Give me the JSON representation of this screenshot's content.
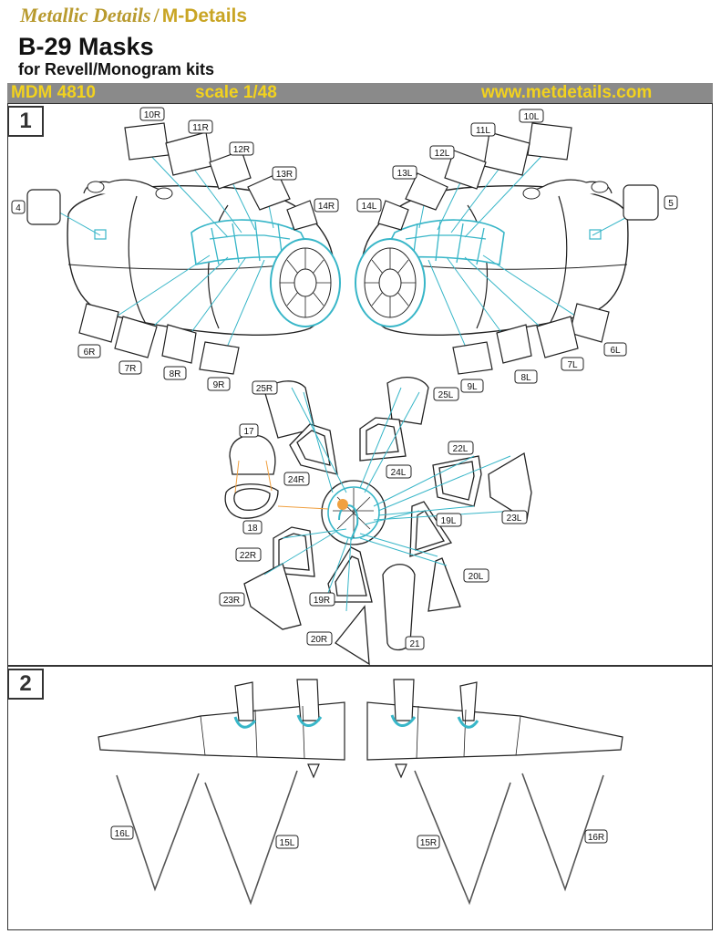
{
  "header": {
    "brand_script": "Metallic Details",
    "brand_separator": "/",
    "brand_short": "M-Details",
    "title": "B-29 Masks",
    "subtitle": "for Revell/Monogram kits",
    "product_code": "MDM 4810",
    "scale": "scale 1/48",
    "website": "www.metdetails.com"
  },
  "colors": {
    "accent_lines": "#38b6c8",
    "orange_lines": "#f0a040",
    "bar": "#8a8a8a",
    "bar_text": "#f2d21e",
    "brand": "#b89a2e"
  },
  "steps": {
    "step1": "1",
    "step2": "2"
  },
  "labels": {
    "m10R": "10R",
    "m11R": "11R",
    "m12R": "12R",
    "m13R": "13R",
    "m14R": "14R",
    "m4": "4",
    "m5": "5",
    "m10L": "10L",
    "m11L": "11L",
    "m12L": "12L",
    "m13L": "13L",
    "m14L": "14L",
    "m6R": "6R",
    "m7R": "7R",
    "m8R": "8R",
    "m9R": "9R",
    "m6L": "6L",
    "m7L": "7L",
    "m8L": "8L",
    "m9L": "9L",
    "m25R": "25R",
    "m25L": "25L",
    "m24R": "24R",
    "m24L": "24L",
    "m17": "17",
    "m18": "18",
    "m22L": "22L",
    "m23L": "23L",
    "m19L": "19L",
    "m20L": "20L",
    "m22R": "22R",
    "m23R": "23R",
    "m19R": "19R",
    "m20R": "20R",
    "m21": "21",
    "m16L": "16L",
    "m15L": "15L",
    "m15R": "15R",
    "m16R": "16R"
  }
}
